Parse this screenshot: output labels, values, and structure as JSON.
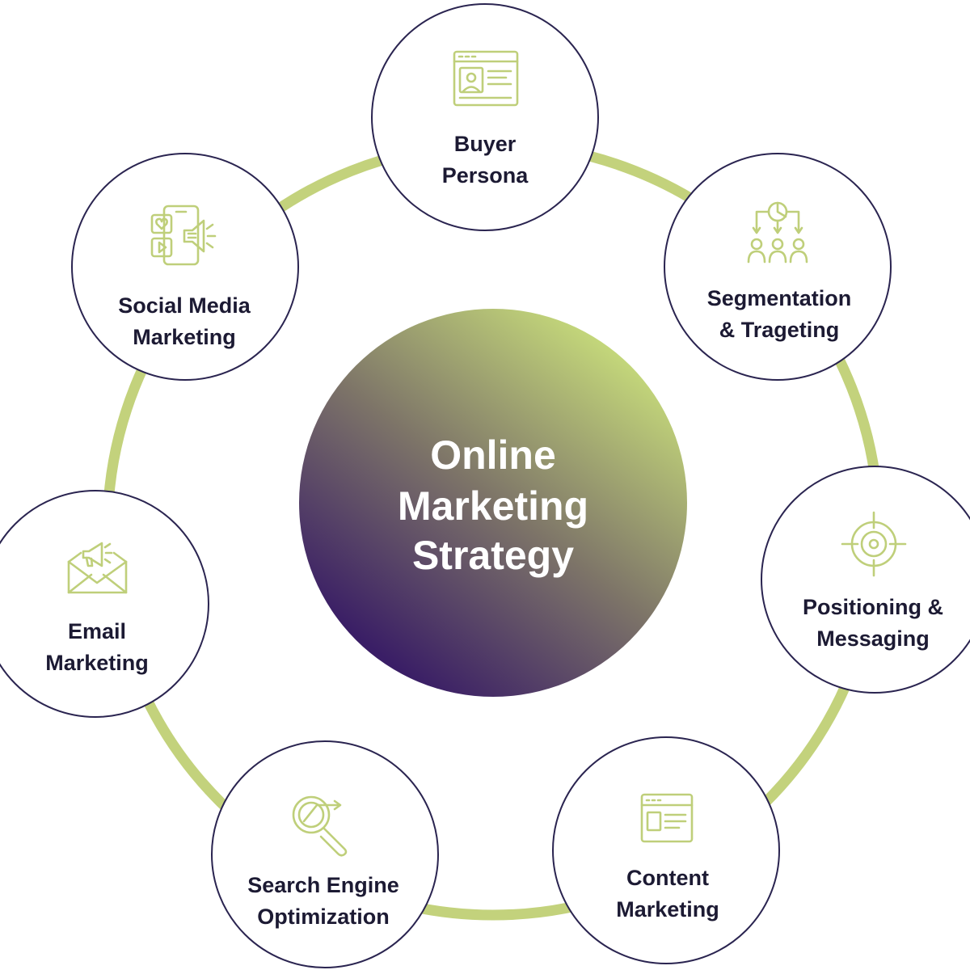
{
  "center": {
    "lines": [
      "Online",
      "Marketing",
      "Strategy"
    ]
  },
  "nodes": [
    {
      "id": "buyer-persona",
      "icon": "persona-card-icon",
      "lines": [
        "Buyer",
        "Persona"
      ]
    },
    {
      "id": "segmentation-targeting",
      "icon": "segmentation-icon",
      "lines": [
        "Segmentation",
        "& Trageting"
      ]
    },
    {
      "id": "positioning-messaging",
      "icon": "target-icon",
      "lines": [
        "Positioning &",
        "Messaging"
      ]
    },
    {
      "id": "content-marketing",
      "icon": "content-window-icon",
      "lines": [
        "Content",
        "Marketing"
      ]
    },
    {
      "id": "search-engine-optimization",
      "icon": "seo-magnifier-icon",
      "lines": [
        "Search Engine",
        "Optimization"
      ]
    },
    {
      "id": "email-marketing",
      "icon": "email-megaphone-icon",
      "lines": [
        "Email",
        "Marketing"
      ]
    },
    {
      "id": "social-media-marketing",
      "icon": "social-media-icon",
      "lines": [
        "Social Media",
        "Marketing"
      ]
    }
  ],
  "colors": {
    "ring": "#c3d27c",
    "node_border": "#2a2450",
    "icon": "#bfcf7a",
    "text": "#1c1a33",
    "center_gradient_start": "#c3d67a",
    "center_gradient_end": "#3a1e66"
  }
}
